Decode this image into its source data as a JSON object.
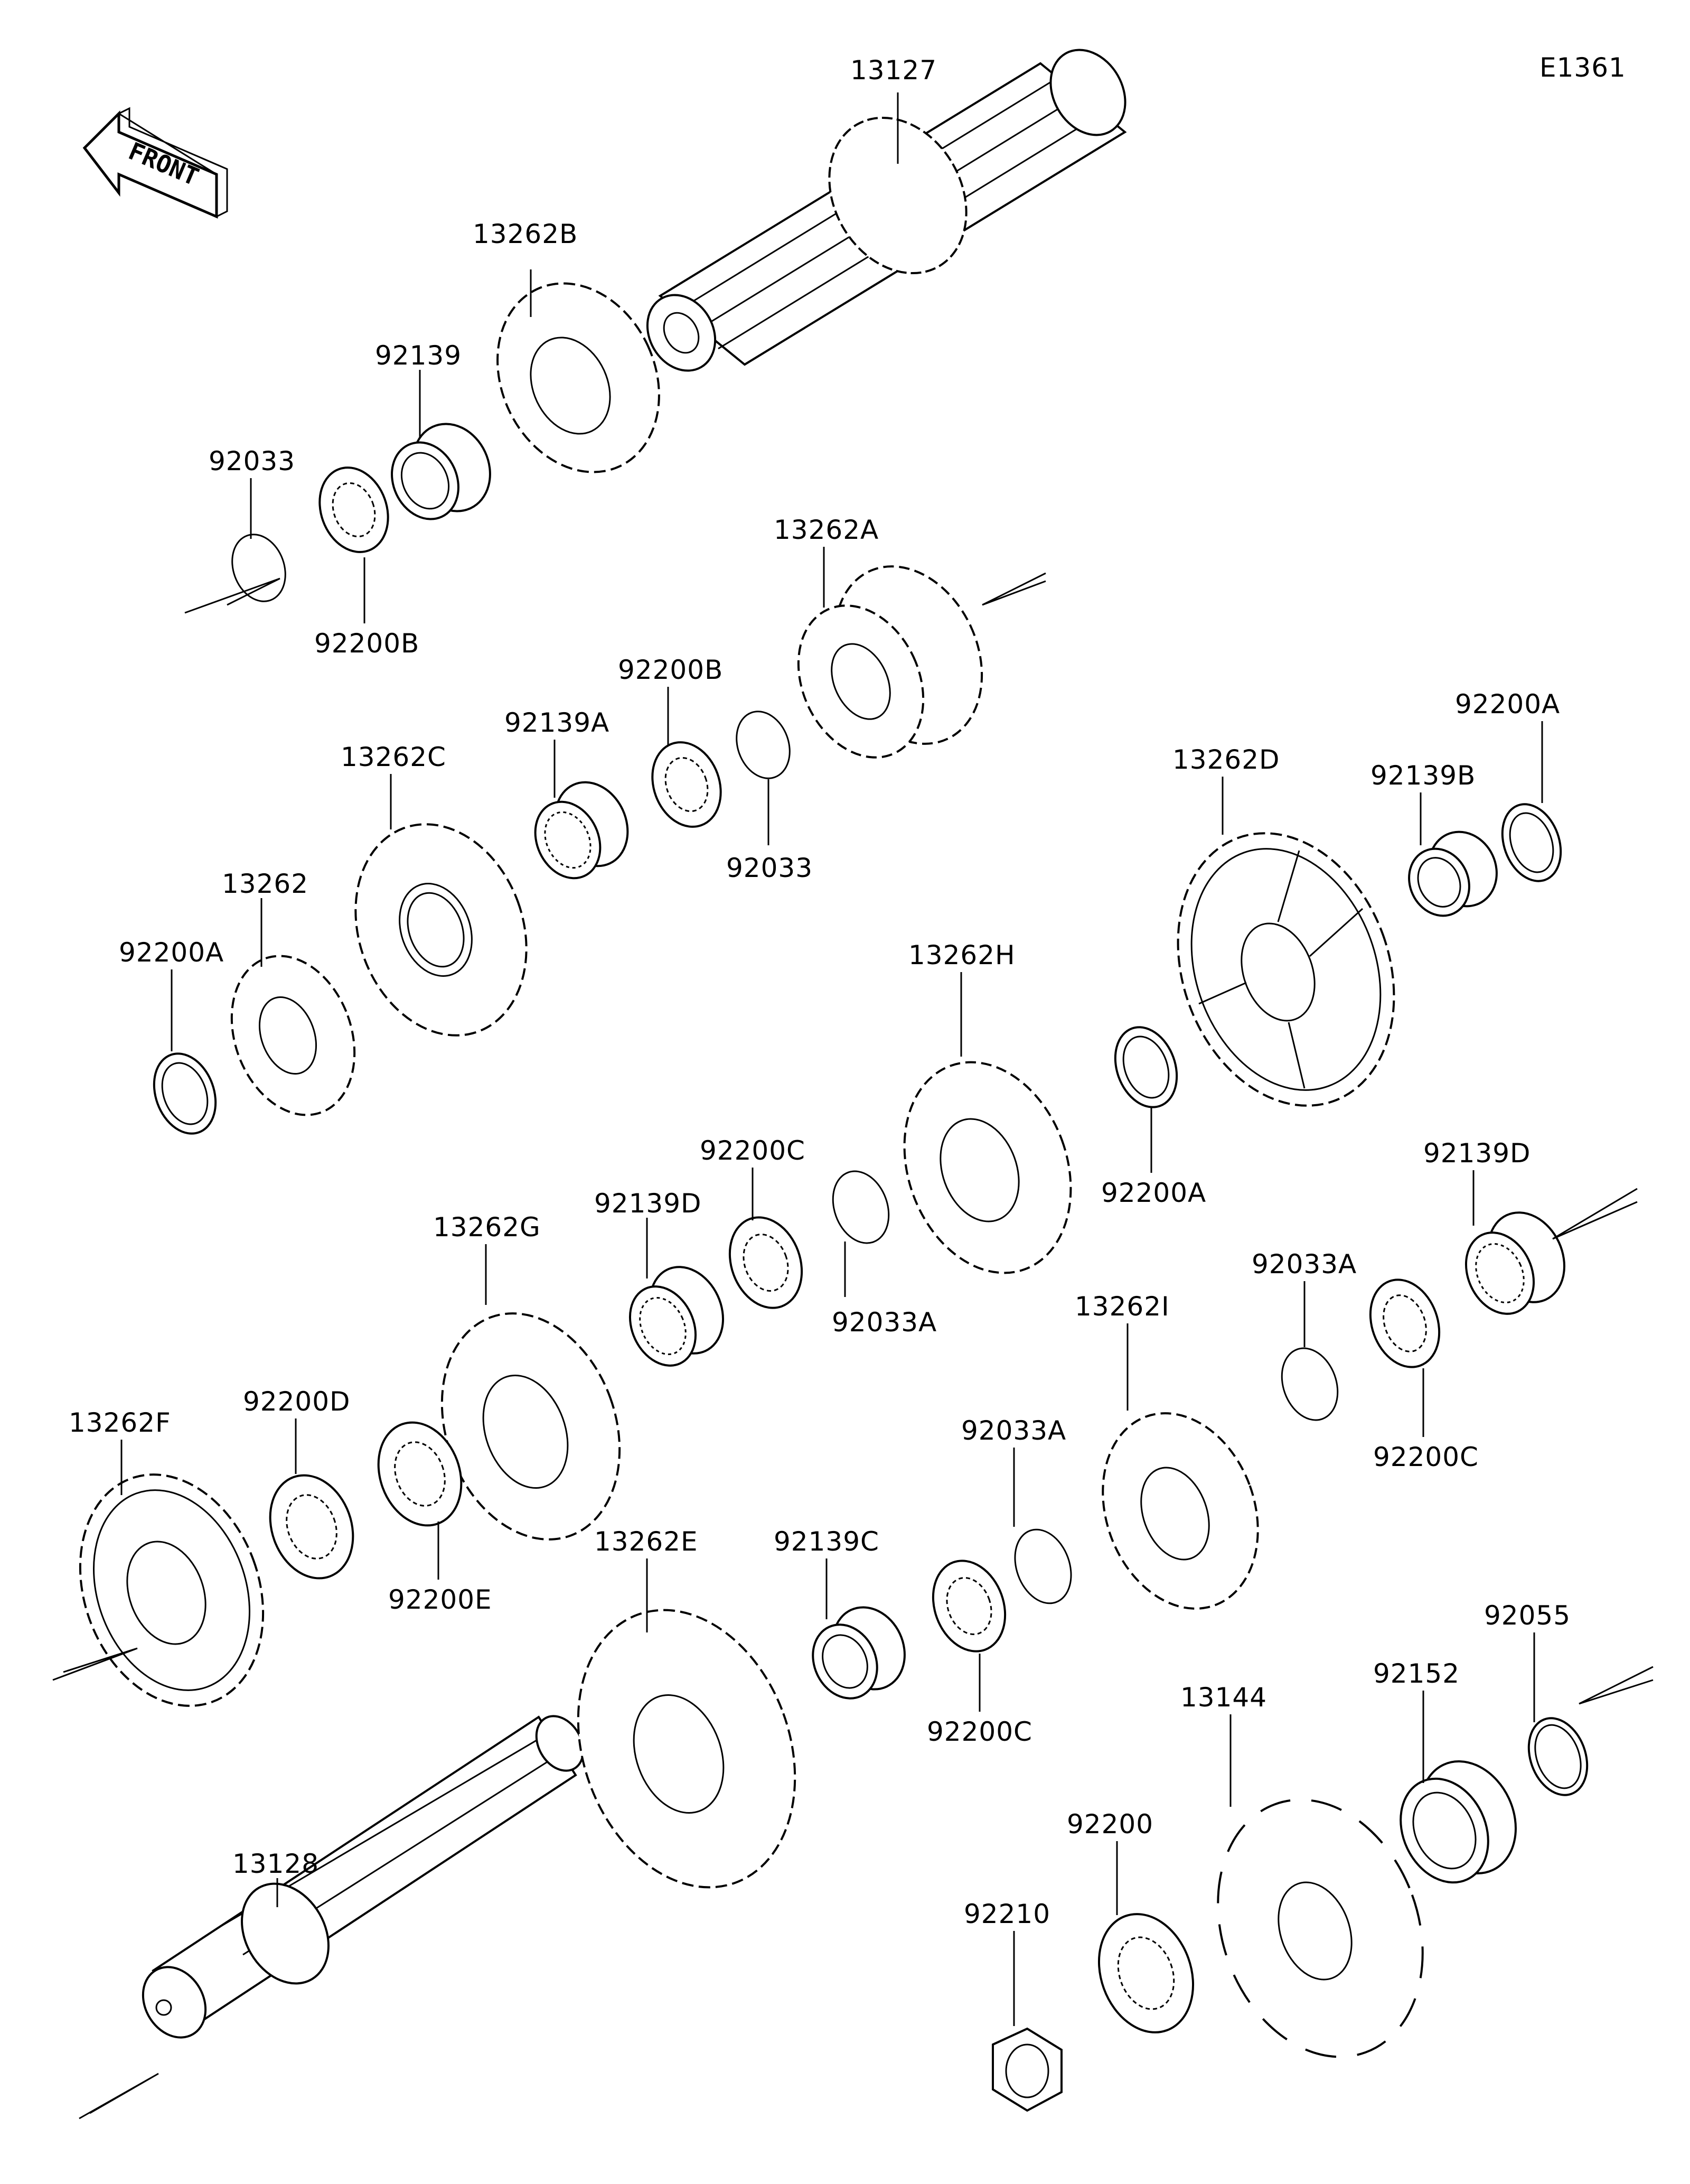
{
  "diagram_code": "E1361",
  "front_label": "FRONT",
  "colors": {
    "line": "#000000",
    "background": "#ffffff"
  },
  "parts": [
    {
      "id": "p13127",
      "label": "13127"
    },
    {
      "id": "p13262B",
      "label": "13262B"
    },
    {
      "id": "p92139",
      "label": "92139"
    },
    {
      "id": "p92033-1",
      "label": "92033"
    },
    {
      "id": "p92200B-1",
      "label": "92200B"
    },
    {
      "id": "p13262A",
      "label": "13262A"
    },
    {
      "id": "p92200B-2",
      "label": "92200B"
    },
    {
      "id": "p92033-2",
      "label": "92033"
    },
    {
      "id": "p92139A",
      "label": "92139A"
    },
    {
      "id": "p13262C",
      "label": "13262C"
    },
    {
      "id": "p13262",
      "label": "13262"
    },
    {
      "id": "p92200A-1",
      "label": "92200A"
    },
    {
      "id": "p13262D",
      "label": "13262D"
    },
    {
      "id": "p92139B",
      "label": "92139B"
    },
    {
      "id": "p92200A-2",
      "label": "92200A"
    },
    {
      "id": "p13262H",
      "label": "13262H"
    },
    {
      "id": "p92200A-3",
      "label": "92200A"
    },
    {
      "id": "p92200C-1",
      "label": "92200C"
    },
    {
      "id": "p92139D-1",
      "label": "92139D"
    },
    {
      "id": "p92033A-1",
      "label": "92033A"
    },
    {
      "id": "p13262G",
      "label": "13262G"
    },
    {
      "id": "p92139D-2",
      "label": "92139D"
    },
    {
      "id": "p92033A-2",
      "label": "92033A"
    },
    {
      "id": "p13262I",
      "label": "13262I"
    },
    {
      "id": "p92200C-2",
      "label": "92200C"
    },
    {
      "id": "p13262F",
      "label": "13262F"
    },
    {
      "id": "p92200D",
      "label": "92200D"
    },
    {
      "id": "p92200E",
      "label": "92200E"
    },
    {
      "id": "p92033A-3",
      "label": "92033A"
    },
    {
      "id": "p13262E",
      "label": "13262E"
    },
    {
      "id": "p92139C",
      "label": "92139C"
    },
    {
      "id": "p92200C-3",
      "label": "92200C"
    },
    {
      "id": "p92055",
      "label": "92055"
    },
    {
      "id": "p92152",
      "label": "92152"
    },
    {
      "id": "p13144",
      "label": "13144"
    },
    {
      "id": "p92200",
      "label": "92200"
    },
    {
      "id": "p92210",
      "label": "92210"
    },
    {
      "id": "p13128",
      "label": "13128"
    }
  ]
}
